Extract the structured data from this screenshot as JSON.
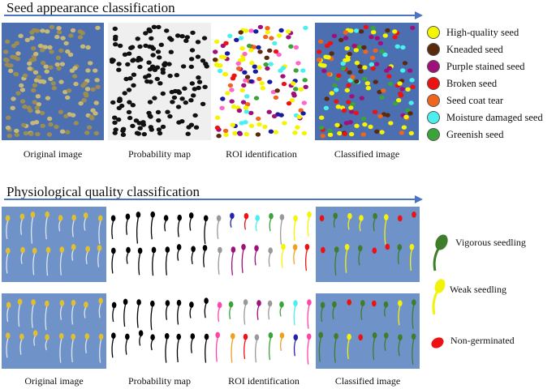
{
  "sections": {
    "seed": {
      "title": "Seed appearance classification",
      "captions": [
        "Original image",
        "Probability map",
        "ROI identification",
        "Classified image"
      ]
    },
    "physio": {
      "title": "Physiological quality classification",
      "captions": [
        "Original image",
        "Probability map",
        "ROI identification",
        "Classified image"
      ]
    }
  },
  "seed_legend": [
    {
      "label": "High-quality seed",
      "color": "#f5f500"
    },
    {
      "label": "Kneaded seed",
      "color": "#5a2a0c"
    },
    {
      "label": "Purple stained seed",
      "color": "#a0107a"
    },
    {
      "label": "Broken seed",
      "color": "#ee1111"
    },
    {
      "label": "Seed coat tear",
      "color": "#f0641e"
    },
    {
      "label": "Moisture damaged seed",
      "color": "#4af0f0"
    },
    {
      "label": "Greenish seed",
      "color": "#3aa43a"
    }
  ],
  "seedling_legend": [
    {
      "label": "Vigorous seedling",
      "color": "#3e7d2a",
      "icon": "vigorous-seedling-icon"
    },
    {
      "label": "Weak seedling",
      "color": "#f2f20a",
      "icon": "weak-seedling-icon"
    },
    {
      "label": "Non-germinated",
      "color": "#ee1111",
      "icon": "non-germinated-seed-icon"
    }
  ],
  "colors": {
    "arrow": "#4a74c4",
    "tray_blue": "#4b6fb0",
    "seedling_tray_blue": "#6f93c9"
  }
}
